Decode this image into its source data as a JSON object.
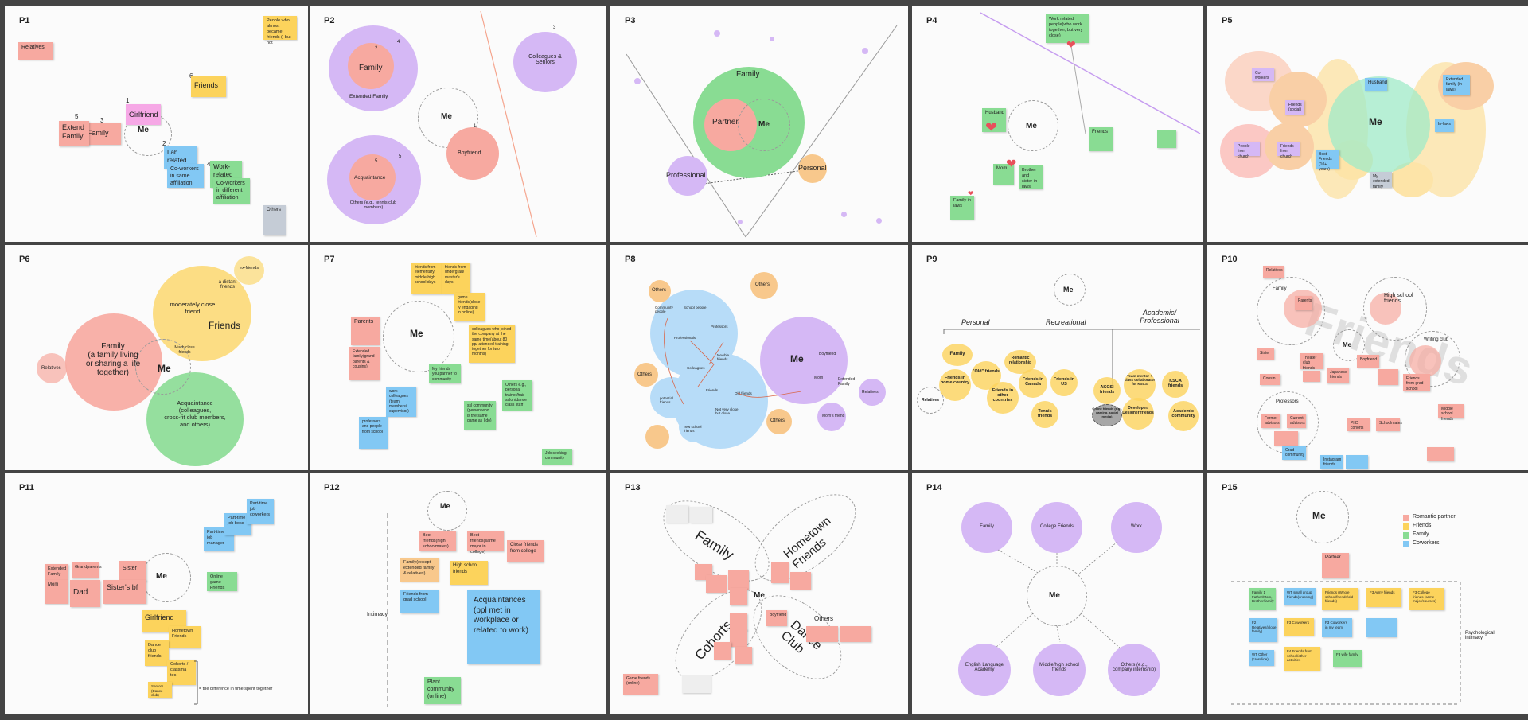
{
  "panels": {
    "p1": {
      "label": "P1",
      "relatives": "Relatives",
      "people_almost": "People who almost became friends (I but not",
      "n1": "1",
      "n2": "2",
      "n3": "3",
      "n4": "4",
      "n5": "5",
      "n6": "6",
      "me": "Me",
      "girlfriend": "Girlfriend",
      "family": "Family",
      "extend_family": "Extend Family",
      "friends": "Friends",
      "lab": "Lab related ppl",
      "coworkers_same": "Co-workers in same affiliation",
      "work_related": "Work-related",
      "coworkers_diff": "Co-workers in different affiliation",
      "others": "Others"
    },
    "p2": {
      "label": "P2",
      "family": "Family",
      "extended_family": "Extended Family",
      "me": "Me",
      "boyfriend": "Boyfriend",
      "colleagues": "Colleagues & Seniors",
      "acquaintance": "Acquaintance",
      "others": "Others (e.g., tennis club members)",
      "n1": "1",
      "n2": "2",
      "n3": "3",
      "n4": "4",
      "n5": "5",
      "n6": "5"
    },
    "p3": {
      "label": "P3",
      "family": "Family",
      "partner": "Partner",
      "me": "Me",
      "professional": "Professional",
      "personal": "Personal"
    },
    "p4": {
      "label": "P4",
      "work_related": "Work related people(who work together, but very close)",
      "husband": "Husband",
      "me": "Me",
      "friends": "Friends",
      "mom": "Mom",
      "brother": "Brother and sister-in-laws",
      "family_in_laws": "Family in laws"
    },
    "p5": {
      "label": "P5",
      "coworkers": "Co-workers",
      "friends_social": "Friends (social)",
      "people_church": "People from church",
      "friends_church": "Friends from church",
      "husband": "Husband",
      "me": "Me",
      "extended_family": "Extended family (in-laws)",
      "in_laws": "In-laws",
      "best_friends": "Best Friends (10+ years)",
      "my_extended": "My extended family"
    },
    "p6": {
      "label": "P6",
      "family": "Family\n(a family living\nor sharing a life\ntogether)",
      "relatives": "Relatives",
      "me": "Me",
      "friends": "Friends",
      "moderately": "moderately close friend",
      "distant": "a distant friends",
      "ex_friends": "ex-friends",
      "much_close": "Much close friends",
      "acquaintance": "Acquaintance\n(colleagues,\ncross-fit club members,\nand others)"
    },
    "p7": {
      "label": "P7",
      "me": "Me",
      "parents": "Parents",
      "extended": "Extended family(grand parents & cousins)",
      "elementary": "friends from elementary/ middle-high school days",
      "undergrad": "friends from undergrad/ master's days",
      "game": "game friends(close ly engaging in online)",
      "colleagues_joined": "colleagues who joined the company at the same time(about 80 pp/ attended training together for two months)",
      "work_colleagues": "work colleagues (team members/ supervisor)",
      "professors": "professors and people from school",
      "my_friends_game": "My friends you partner to community",
      "ssl_community": "ssl community (person who is the same game as I do)",
      "others_eg": "Others e.g., personal trainer/hair salon/dance class staff",
      "job_seeking": "Job seeking community"
    },
    "p8": {
      "label": "P8",
      "others1": "Others",
      "others2": "Others",
      "others3": "Others",
      "others4": "Others",
      "me": "Me",
      "boyfriend": "Boyfriend",
      "mom": "Mom",
      "extended_family": "Extended Family",
      "relatives": "Relatives",
      "moms_friend": "Mom's friend",
      "community": "Community people",
      "school": "School people",
      "professors": "Professors",
      "professionals": "Professionals",
      "colleagues": "Colleagues",
      "newbie": "Newbie friends",
      "friends": "Friends",
      "old_friends": "Old friends",
      "potential": "potential friends",
      "not_close": "Not very close but close",
      "new_school": "new school friends"
    },
    "p9": {
      "label": "P9",
      "me": "Me",
      "personal": "Personal",
      "recreational": "Recreational",
      "academic": "Academic/ Professional",
      "family": "Family",
      "relatives": "Relatives",
      "friends_home": "Friends in home country",
      "old_friends": "\"Old\" friends",
      "romantic": "Romantic relationship",
      "friends_canada": "Friends in Canada",
      "friends_us": "Friends in US",
      "friends_other": "Friends in other countries",
      "tennis": "Tennis friends",
      "online": "Online friends (e.g., gaming, social media)",
      "akcsi": "AKCSI friends",
      "team": "Team mentor + class collaborator for KSCS",
      "developer": "Developer/ Designer friends",
      "kscs": "KSCA friends",
      "academic_comm": "Academic community"
    },
    "p10": {
      "label": "P10",
      "watermark": "Friends",
      "relatives": "Relatives",
      "family": "Family",
      "parents": "Parents",
      "high_school": "High school friends",
      "writing": "Writing club",
      "me": "Me",
      "sister": "Sister",
      "theater": "Theater club friends",
      "cousin": "Cousin",
      "japanese": "Japanese friends",
      "boyfriend": "Boyfriend",
      "friends_grad": "Friends from grad school",
      "professors": "Professors",
      "former": "Former advisors",
      "current": "Current advisors",
      "phd": "PhD cohorts",
      "schoolmates": "Schoolmates",
      "grad_comm": "Grad community",
      "instagram": "Instagram friends",
      "middle": "Middle school friends"
    },
    "p11": {
      "label": "P11",
      "me": "Me",
      "extended_family": "Extended Family",
      "grandparents": "Grandparents",
      "sister": "Sister",
      "mom": "Mom",
      "dad": "Dad",
      "sisters_bf": "Sister's bf",
      "parttime_mgr": "Part-time job manager",
      "parttime_boss": "Part-time job boss",
      "parttime_co": "Part-time job coworkers",
      "online_game": "Online game Friends",
      "girlfriend": "Girlfriend",
      "hometown": "Hometown Friends",
      "dance": "Dance club friends",
      "cohorts": "Cohorts / classma tes",
      "seniors": "Seniors (Dance club)",
      "difference": "= the difference in time spent together"
    },
    "p12": {
      "label": "P12",
      "me": "Me",
      "intimacy": "Intimacy",
      "best_hs": "Best friends(high schoolmates)",
      "best_major": "Best friends(same major in college)",
      "close_college": "Close friends from college",
      "family_adopt": "Family(except extended family & relatives)",
      "high_school": "High school friends",
      "friends_grad": "Friends from grad school",
      "acquaintances": "Acquaintances (ppl met in workplace or related to work)",
      "plant": "Plant community (online)"
    },
    "p13": {
      "label": "P13",
      "family": "Family",
      "hometown": "Hometown Friends",
      "cohorts": "Cohorts",
      "dance": "Dance Club",
      "me": "Me",
      "others": "Others",
      "boyfriend": "Boyfriend",
      "game_friends": "Game friends (online)"
    },
    "p14": {
      "label": "P14",
      "family": "Family",
      "college": "College Friends",
      "work": "Work",
      "me": "Me",
      "english": "English Language Academy",
      "middle": "Middle/high school friends",
      "others": "Others (e.g., company internship)"
    },
    "p15": {
      "label": "P15",
      "me": "Me",
      "partner": "Partner",
      "legend": [
        "Romantic partner",
        "Friends",
        "Family",
        "Coworkers"
      ],
      "family1": "Family 1 Father/Mom, Brother/family",
      "wt_small": "WT small group friends(crossing)",
      "friends_church": "Friends (Whole school/friends/old friends)",
      "f3_army": "F3 Army friends",
      "f3_college": "F3 College friends (same major/courses)",
      "f2_relatives": "F2 Relatives(close family)",
      "f3_coworkers": "F3 Coworkers",
      "f3_coworkers2": "F3 Coworkers in my team",
      "wt_other": "WT Other (crossline)",
      "f4_friends": "F4 Friends from school/other activities",
      "f3_wife": "F3 wife family",
      "psych": "Psychological intimacy"
    }
  }
}
